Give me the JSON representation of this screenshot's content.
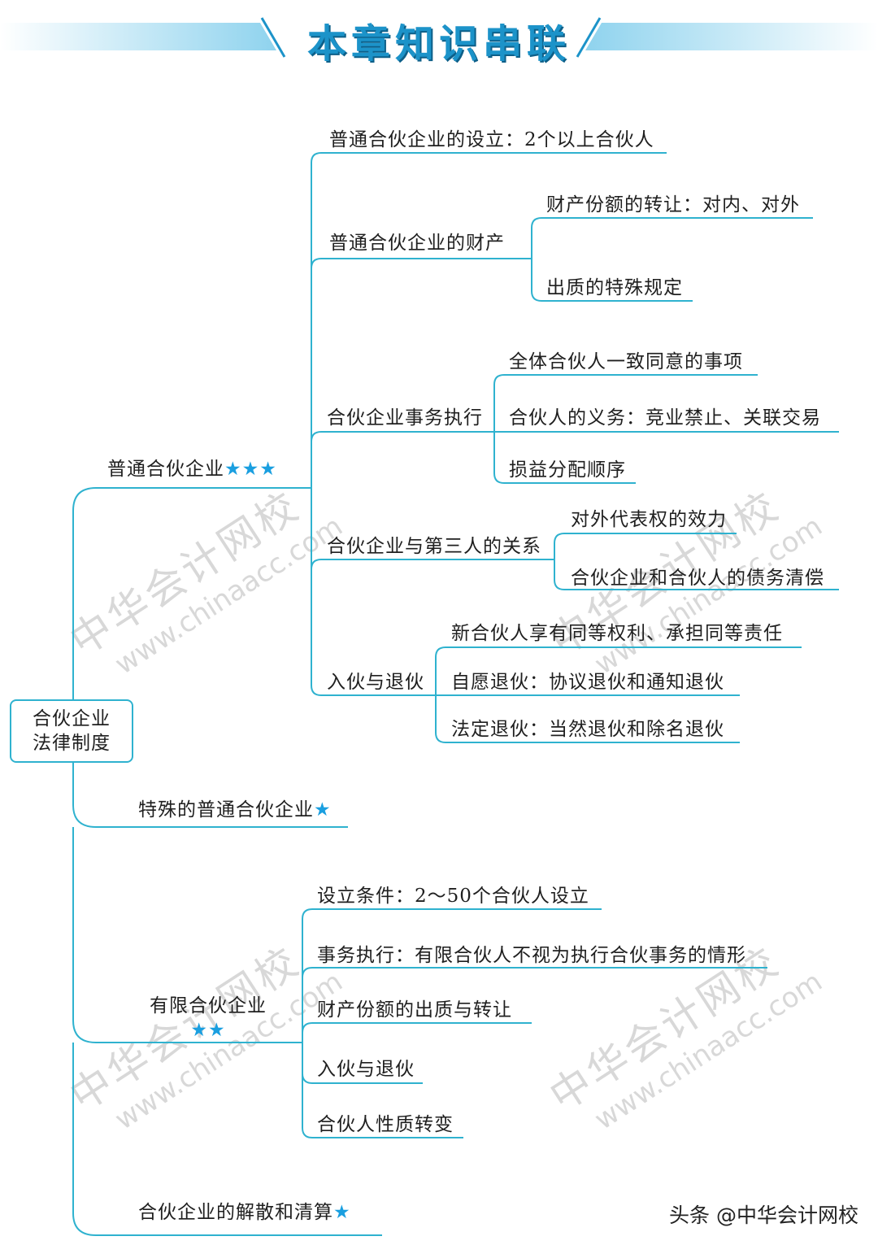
{
  "header": {
    "title": "本章知识串联"
  },
  "root": {
    "line1": "合伙企业",
    "line2": "法律制度"
  },
  "branches": {
    "general": {
      "label": "普通合伙企业",
      "stars": "★★★",
      "setup": "普通合伙企业的设立：2个以上合伙人",
      "property": {
        "label": "普通合伙企业的财产",
        "transfer": "财产份额的转让：对内、对外",
        "pledge": "出质的特殊规定"
      },
      "affairs": {
        "label": "合伙企业事务执行",
        "unanimous": "全体合伙人一致同意的事项",
        "duties": "合伙人的义务：竞业禁止、关联交易",
        "profit": "损益分配顺序"
      },
      "third_party": {
        "label": "合伙企业与第三人的关系",
        "representation": "对外代表权的效力",
        "debts": "合伙企业和合伙人的债务清偿"
      },
      "admission": {
        "label": "入伙与退伙",
        "new_partner": "新合伙人享有同等权利、承担同等责任",
        "voluntary": "自愿退伙：协议退伙和通知退伙",
        "statutory": "法定退伙：当然退伙和除名退伙"
      }
    },
    "special": {
      "label": "特殊的普通合伙企业",
      "stars": "★"
    },
    "limited": {
      "label": "有限合伙企业",
      "stars": "★★",
      "conditions": "设立条件：2～50个合伙人设立",
      "affairs": "事务执行：有限合伙人不视为执行合伙事务的情形",
      "property": "财产份额的出质与转让",
      "admission": "入伙与退伙",
      "conversion": "合伙人性质转变"
    },
    "dissolution": {
      "label": "合伙企业的解散和清算",
      "stars": "★"
    }
  },
  "watermark": {
    "cn": "中华会计网校",
    "url": "www.chinaacc.com"
  },
  "credit": "头条 @中华会计网校",
  "colors": {
    "line": "#2fb2cf",
    "star": "#1a9fe0",
    "title": "#1c93c9",
    "banner": "#8fd3ee"
  }
}
